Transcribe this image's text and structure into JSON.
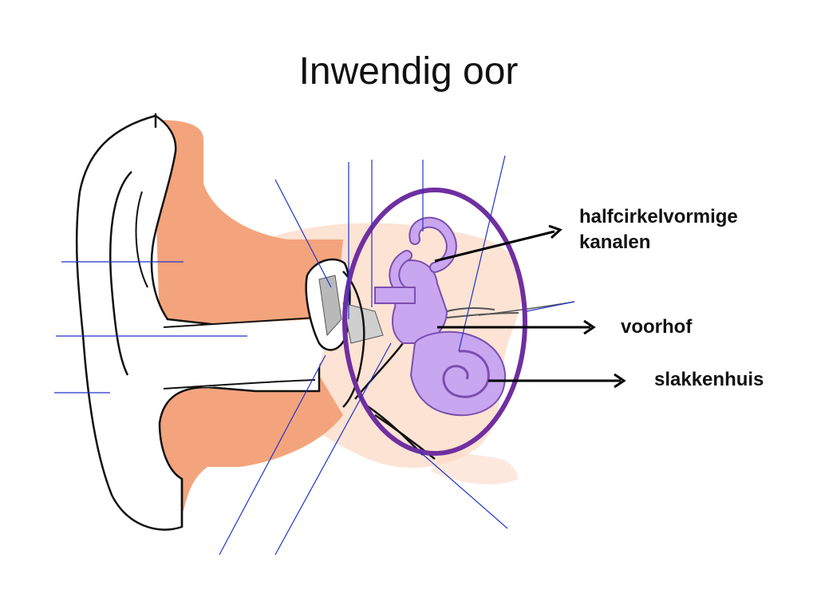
{
  "slide": {
    "title": "Inwendig oor"
  },
  "labels": {
    "canals_line1": "halfcirkelvormige",
    "canals_line2": "kanalen",
    "vestibule": "voorhof",
    "cochlea": "slakkenhuis"
  },
  "colors": {
    "skin": "#f4a47c",
    "skin_light": "#fbd9c6",
    "inner_ear": "#c9a6f0",
    "inner_ear_stroke": "#7b4fae",
    "highlight_ring": "#6f2fa0",
    "pointer_lines": "#2233cc",
    "arrows": "#000000"
  }
}
